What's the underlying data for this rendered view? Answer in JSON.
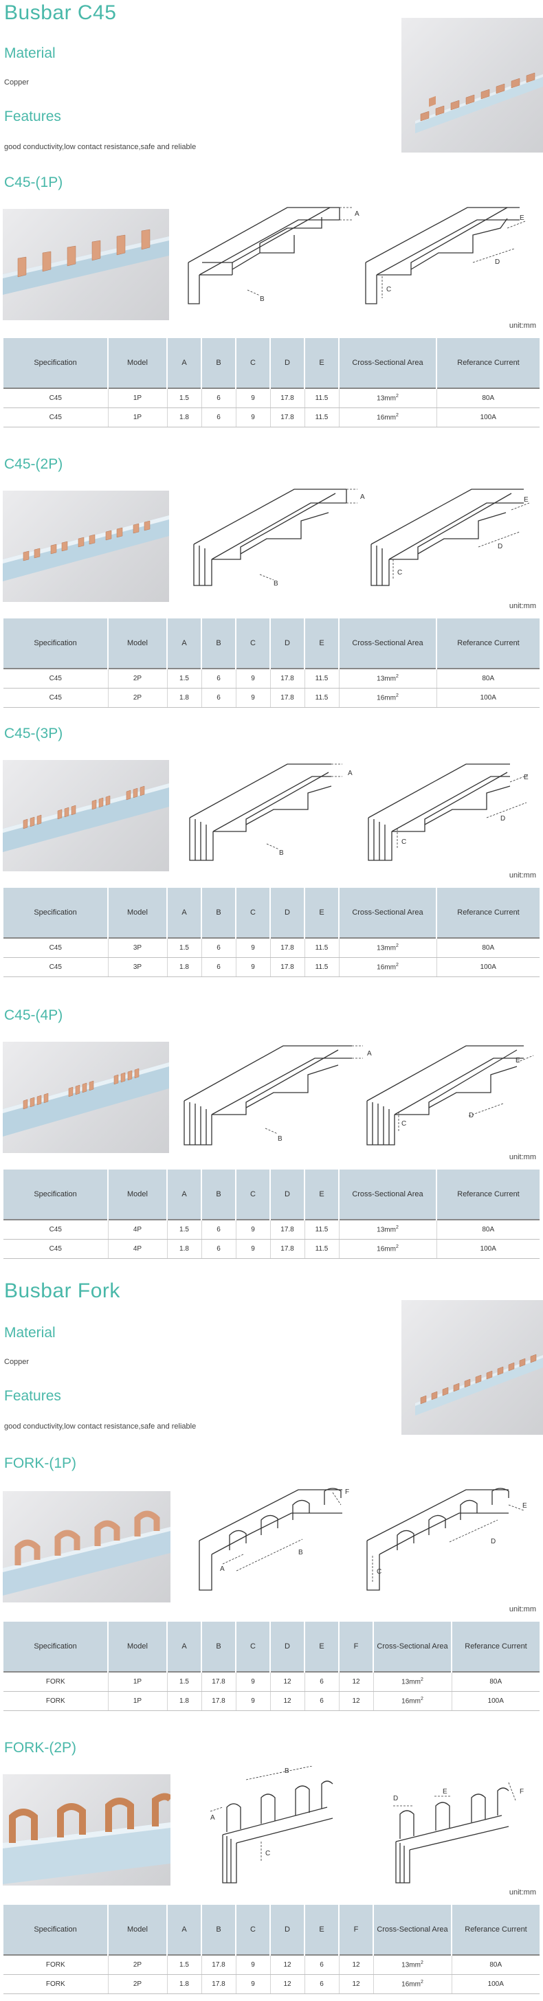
{
  "c45": {
    "title": "Busbar C45",
    "material_heading": "Material",
    "material_value": "Copper",
    "features_heading": "Features",
    "features_value": "good conductivity,low contact resistance,safe and reliable",
    "sections": [
      {
        "title": "C45-(1P)",
        "unit": "unit:mm",
        "rows": [
          [
            "C45",
            "1P",
            "1.5",
            "6",
            "9",
            "17.8",
            "11.5",
            "13mm",
            "80A"
          ],
          [
            "C45",
            "1P",
            "1.8",
            "6",
            "9",
            "17.8",
            "11.5",
            "16mm",
            "100A"
          ]
        ]
      },
      {
        "title": "C45-(2P)",
        "unit": "unit:mm",
        "rows": [
          [
            "C45",
            "2P",
            "1.5",
            "6",
            "9",
            "17.8",
            "11.5",
            "13mm",
            "80A"
          ],
          [
            "C45",
            "2P",
            "1.8",
            "6",
            "9",
            "17.8",
            "11.5",
            "16mm",
            "100A"
          ]
        ]
      },
      {
        "title": "C45-(3P)",
        "unit": "unit:mm",
        "rows": [
          [
            "C45",
            "3P",
            "1.5",
            "6",
            "9",
            "17.8",
            "11.5",
            "13mm",
            "80A"
          ],
          [
            "C45",
            "3P",
            "1.8",
            "6",
            "9",
            "17.8",
            "11.5",
            "16mm",
            "100A"
          ]
        ]
      },
      {
        "title": "C45-(4P)",
        "unit": "unit:mm",
        "rows": [
          [
            "C45",
            "4P",
            "1.5",
            "6",
            "9",
            "17.8",
            "11.5",
            "13mm",
            "80A"
          ],
          [
            "C45",
            "4P",
            "1.8",
            "6",
            "9",
            "17.8",
            "11.5",
            "16mm",
            "100A"
          ]
        ]
      }
    ],
    "headers": [
      "Specification",
      "Model",
      "A",
      "B",
      "C",
      "D",
      "E",
      "Cross-Sectional Area",
      "Referance Current"
    ]
  },
  "fork": {
    "title": "Busbar Fork",
    "material_heading": "Material",
    "material_value": "Copper",
    "features_heading": "Features",
    "features_value": "good conductivity,low contact resistance,safe and reliable",
    "headers": [
      "Specification",
      "Model",
      "A",
      "B",
      "C",
      "D",
      "E",
      "F",
      "Cross-Sectional Area",
      "Referance Current"
    ],
    "sections": [
      {
        "title": "FORK-(1P)",
        "unit": "unit:mm",
        "rows": [
          [
            "FORK",
            "1P",
            "1.5",
            "17.8",
            "9",
            "12",
            "6",
            "12",
            "13mm",
            "80A"
          ],
          [
            "FORK",
            "1P",
            "1.8",
            "17.8",
            "9",
            "12",
            "6",
            "12",
            "16mm",
            "100A"
          ]
        ]
      },
      {
        "title": "FORK-(2P)",
        "unit": "unit:mm",
        "rows": [
          [
            "FORK",
            "2P",
            "1.5",
            "17.8",
            "9",
            "12",
            "6",
            "12",
            "13mm",
            "80A"
          ],
          [
            "FORK",
            "2P",
            "1.8",
            "17.8",
            "9",
            "12",
            "6",
            "12",
            "16mm",
            "100A"
          ]
        ]
      }
    ]
  },
  "superscript": "2",
  "dimension_labels": {
    "a": "A",
    "b": "B",
    "c": "C",
    "d": "D",
    "e": "E",
    "f": "F"
  }
}
